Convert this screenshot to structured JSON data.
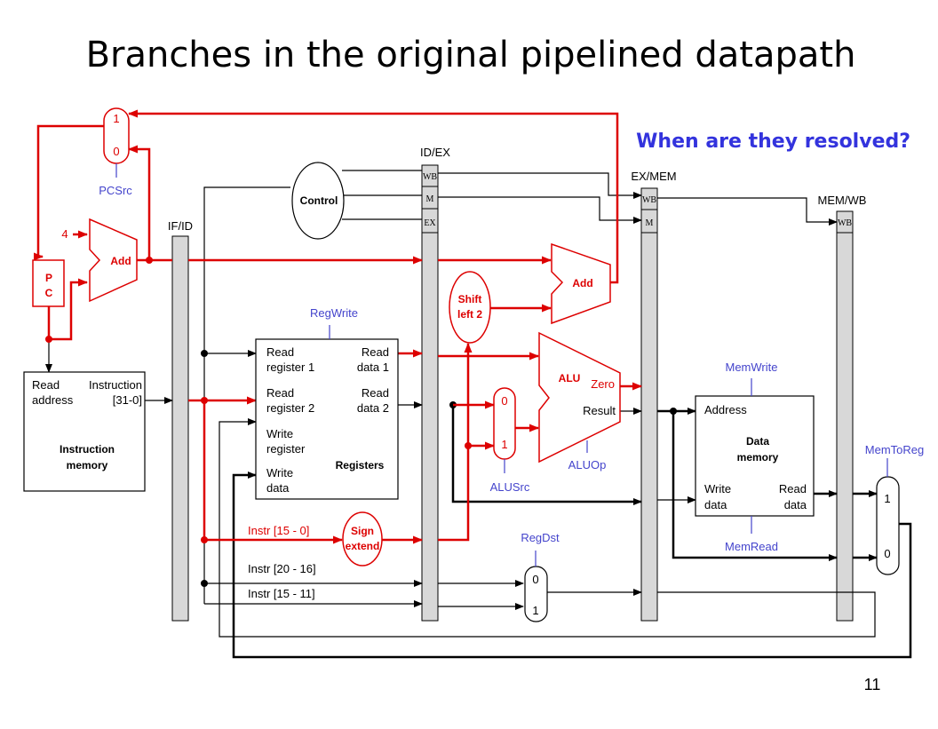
{
  "title": "Branches in the original pipelined datapath",
  "question": "When are they resolved?",
  "page_number": "11",
  "colors": {
    "highlight": "#dd0000",
    "control_signal": "#4444cc",
    "question": "#3333dd"
  },
  "pipeline_registers": {
    "if_id": "IF/ID",
    "id_ex": "ID/EX",
    "ex_mem": "EX/MEM",
    "mem_wb": "MEM/WB",
    "wb": "WB",
    "m": "M",
    "ex": "EX"
  },
  "blocks": {
    "pc": [
      "P",
      "C"
    ],
    "pc_add": "Add",
    "constant_four": "4",
    "instruction_memory": {
      "read_address": [
        "Read",
        "address"
      ],
      "instruction": [
        "Instruction",
        "[31-0]"
      ],
      "name": [
        "Instruction",
        "memory"
      ]
    },
    "control": "Control",
    "registers": {
      "read_register_1": [
        "Read",
        "register 1"
      ],
      "read_register_2": [
        "Read",
        "register 2"
      ],
      "write_register": [
        "Write",
        "register"
      ],
      "write_data": [
        "Write",
        "data"
      ],
      "read_data_1": [
        "Read",
        "data 1"
      ],
      "read_data_2": [
        "Read",
        "data 2"
      ],
      "name": "Registers"
    },
    "shift_left": [
      "Shift",
      "left 2"
    ],
    "branch_add": "Add",
    "alu": {
      "name": "ALU",
      "zero": "Zero",
      "result": "Result"
    },
    "sign_extend": [
      "Sign",
      "extend"
    ],
    "data_memory": {
      "address": "Address",
      "name": [
        "Data",
        "memory"
      ],
      "write_data": [
        "Write",
        "data"
      ],
      "read_data": [
        "Read",
        "data"
      ]
    }
  },
  "muxes": {
    "pcsrc": [
      "1",
      "0"
    ],
    "alusrc": [
      "0",
      "1"
    ],
    "regdst": [
      "0",
      "1"
    ],
    "memtoreg": [
      "1",
      "0"
    ]
  },
  "control_signals": {
    "pcsrc": "PCSrc",
    "regwrite": "RegWrite",
    "alusrc": "ALUSrc",
    "aluop": "ALUOp",
    "regdst": "RegDst",
    "memwrite": "MemWrite",
    "memread": "MemRead",
    "memtoreg": "MemToReg"
  },
  "instruction_fields": {
    "imm": "Instr [15 - 0]",
    "rt": "Instr [20 - 16]",
    "rd": "Instr [15 - 11]"
  }
}
